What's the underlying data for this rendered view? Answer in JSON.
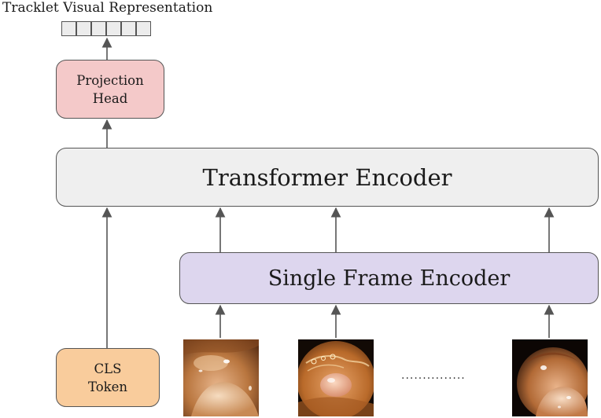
{
  "title": "Tracklet Visual Representation",
  "output_token_cells": 6,
  "projection_head": {
    "line1": "Projection",
    "line2": "Head"
  },
  "transformer_encoder": {
    "label": "Transformer Encoder"
  },
  "single_frame_encoder": {
    "label": "Single Frame Encoder"
  },
  "cls_token": {
    "line1": "CLS",
    "line2": "Token"
  },
  "frames": [
    {
      "name": "frame-image-1",
      "depicts": "endoscopic colon frame"
    },
    {
      "name": "frame-image-2",
      "depicts": "endoscopic colon frame with polyp"
    },
    {
      "name": "frame-image-3",
      "depicts": "endoscopic colon frame"
    }
  ],
  "ellipsis": "...............",
  "colors": {
    "projection_head": "#f4c9c9",
    "transformer_encoder": "#efefef",
    "single_frame_encoder": "#ddd6ee",
    "cls_token": "#f9cc9c",
    "arrow": "#555555"
  }
}
